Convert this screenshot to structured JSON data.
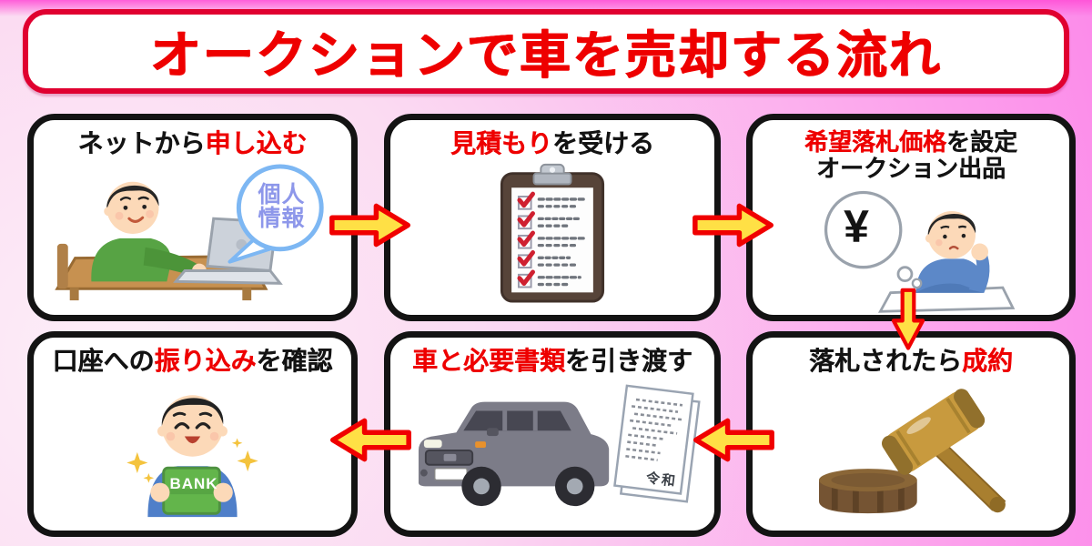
{
  "title": "オークションで車を売却する流れ",
  "steps": [
    {
      "name": "apply-online",
      "title_pre": "ネットから",
      "title_red": "申し込む",
      "title_post": "",
      "bubble_text": "個人情報"
    },
    {
      "name": "receive-estimate",
      "title_pre": "",
      "title_red": "見積もり",
      "title_post": "を受ける"
    },
    {
      "name": "set-price-and-list",
      "title_pre": "",
      "title_red": "希望落札価格",
      "title_post": "を設定",
      "title_line2": "オークション出品",
      "thought_symbol": "¥"
    },
    {
      "name": "contract-on-winning-bid",
      "title_pre": "落札されたら",
      "title_red": "成約",
      "title_post": ""
    },
    {
      "name": "handover-car-and-documents",
      "title_pre": "",
      "title_red": "車と必要書類",
      "title_post": "を引き渡す",
      "document_text": "令和"
    },
    {
      "name": "confirm-bank-transfer",
      "title_pre": "口座への",
      "title_red": "振り込み",
      "title_post": "を確認",
      "bankbook_label": "BANK"
    }
  ],
  "colors": {
    "background_pink": "#fc8bea",
    "background_light": "#fdeef8",
    "accent_red": "#ee0000",
    "arrow_fill": "#ffe045",
    "arrow_stroke": "#f00000",
    "box_border": "#131313",
    "bubble_blue": "#7db7f3",
    "bubble_text_color": "#8d97ea"
  }
}
